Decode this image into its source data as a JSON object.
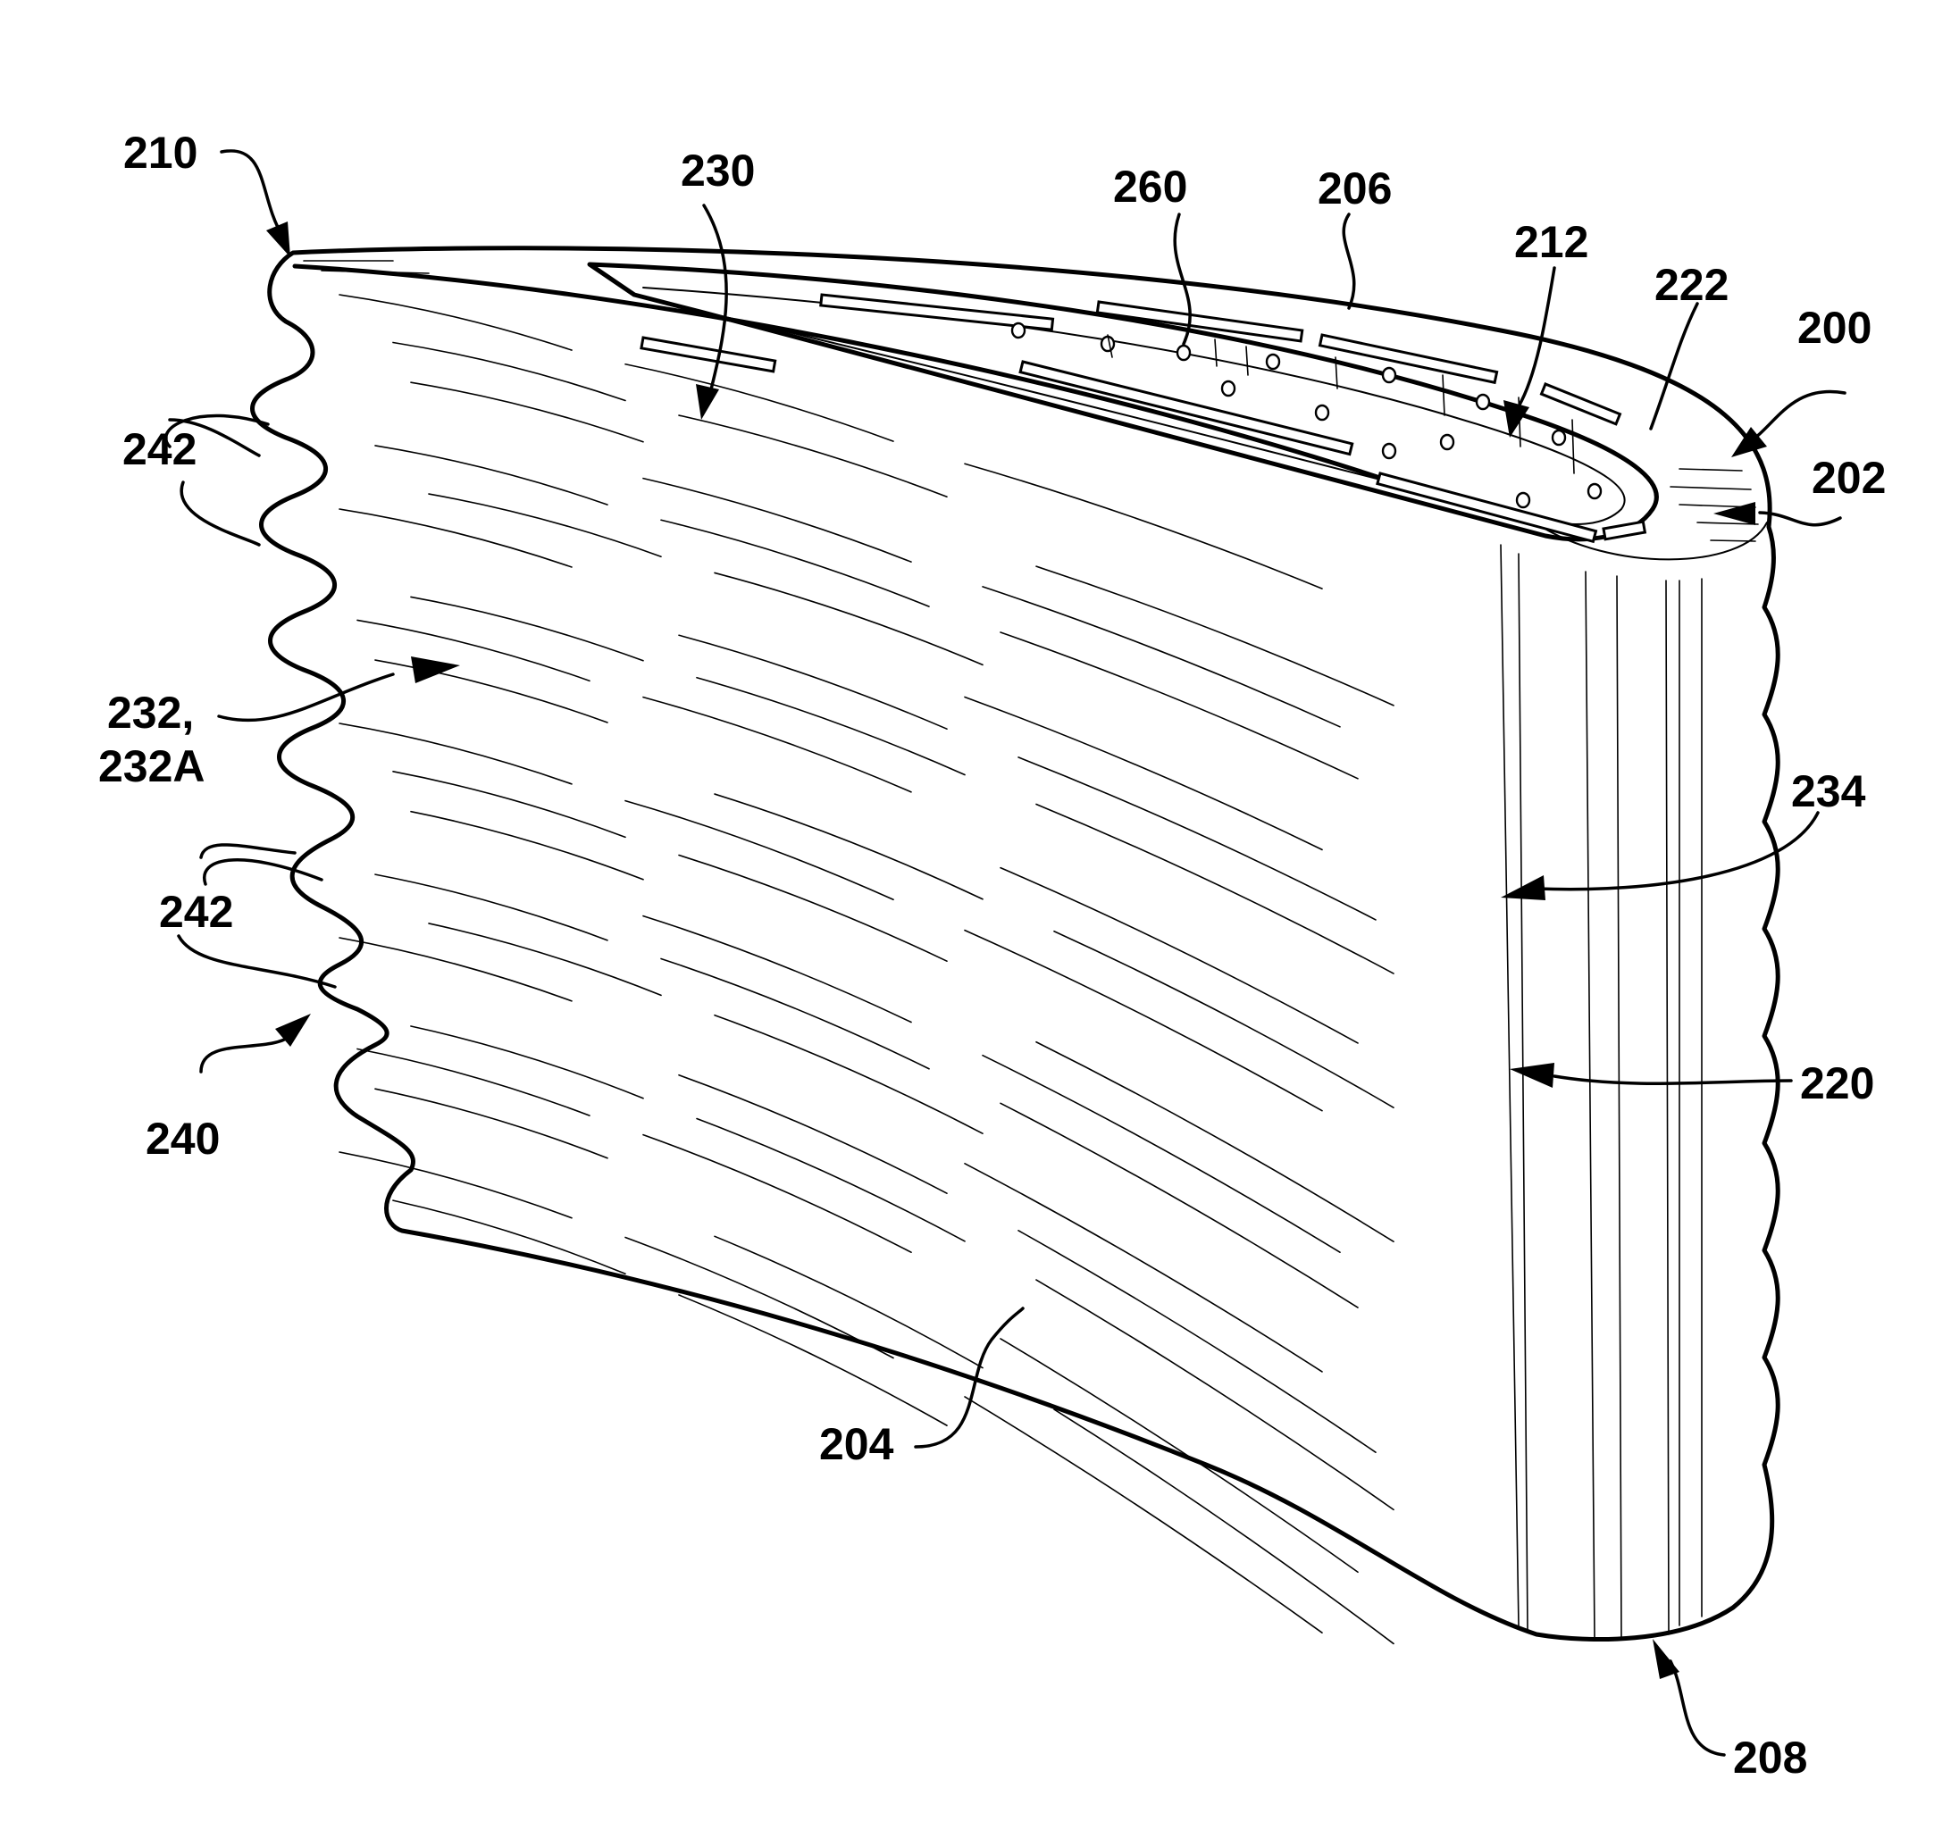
{
  "labels": {
    "l210": "210",
    "l230": "230",
    "l260": "260",
    "l206": "206",
    "l212": "212",
    "l222": "222",
    "l200": "200",
    "l202": "202",
    "l242_upper": "242",
    "l232": "232,",
    "l232a": "232A",
    "l234": "234",
    "l242_lower": "242",
    "l220": "220",
    "l240": "240",
    "l204": "204",
    "l208": "208"
  }
}
